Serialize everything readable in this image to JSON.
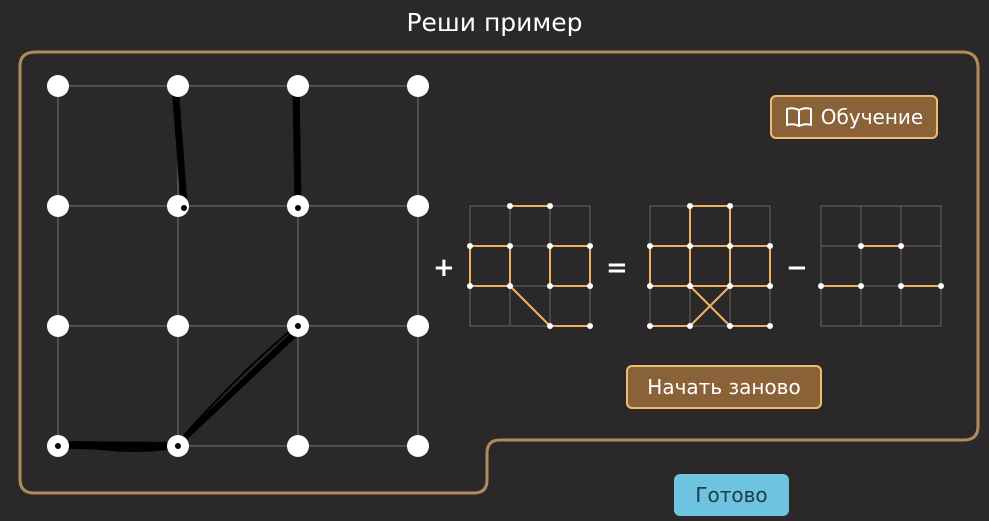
{
  "header": {
    "title": "Реши пример"
  },
  "buttons": {
    "tutorial_label": "Обучение",
    "restart_label": "Начать заново",
    "done_label": "Готово"
  },
  "equation": {
    "operators": {
      "plus": "+",
      "equals": "=",
      "minus": "−"
    }
  },
  "colors": {
    "background": "#2a2829",
    "frame": "#b08a5a",
    "accent_line": "#f0b060",
    "button_fill": "#8a6238",
    "button_border": "#f0bb6e",
    "done_button": "#6dc3e0"
  },
  "icons": {
    "tutorial": "book-icon"
  }
}
